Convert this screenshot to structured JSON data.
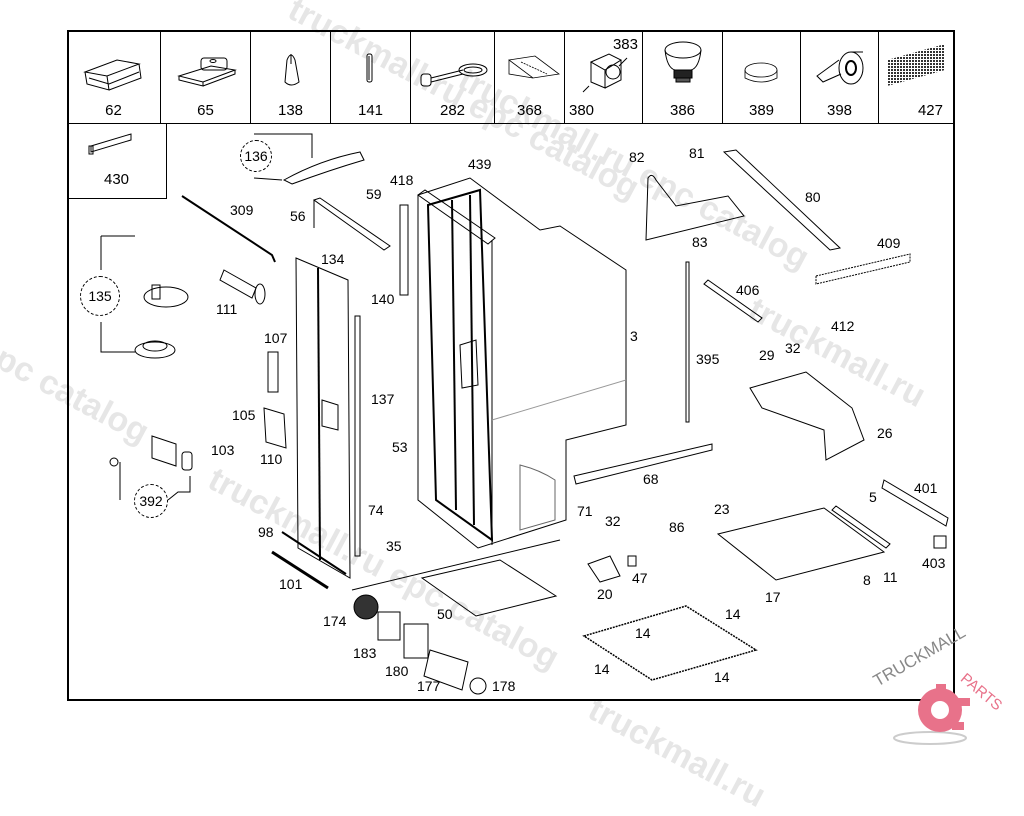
{
  "diagram": {
    "title": "Refrigerator / cooling box exploded parts diagram",
    "accent_colors": {
      "line": "#000000",
      "watermark": "#e6e6e6",
      "logo": "#e8728a"
    }
  },
  "header_parts": [
    {
      "ref": "62",
      "icon": "rubber-block-icon"
    },
    {
      "ref": "65",
      "icon": "bracket-pad-icon"
    },
    {
      "ref": "138",
      "icon": "plug-cap-icon"
    },
    {
      "ref": "141",
      "icon": "pin-icon"
    },
    {
      "ref": "282",
      "icon": "key-icon"
    },
    {
      "ref": "368",
      "icon": "wedge-icon"
    },
    {
      "ref": "380",
      "ref2": "383",
      "icon": "lamp-box-icon"
    },
    {
      "ref": "386",
      "icon": "knob-icon"
    },
    {
      "ref": "389",
      "icon": "cap-disc-icon"
    },
    {
      "ref": "398",
      "icon": "tape-roll-icon"
    },
    {
      "ref": "427",
      "icon": "mesh-grille-icon"
    }
  ],
  "sub_box": {
    "ref": "430",
    "icon": "strip-icon"
  },
  "callouts": [
    {
      "ref": "136",
      "group": true
    },
    {
      "ref": "309"
    },
    {
      "ref": "56"
    },
    {
      "ref": "59"
    },
    {
      "ref": "418"
    },
    {
      "ref": "439"
    },
    {
      "ref": "82"
    },
    {
      "ref": "81"
    },
    {
      "ref": "80"
    },
    {
      "ref": "83"
    },
    {
      "ref": "409"
    },
    {
      "ref": "406"
    },
    {
      "ref": "412"
    },
    {
      "ref": "135",
      "group": true
    },
    {
      "ref": "111"
    },
    {
      "ref": "134"
    },
    {
      "ref": "140"
    },
    {
      "ref": "3"
    },
    {
      "ref": "395"
    },
    {
      "ref": "29"
    },
    {
      "ref": "32"
    },
    {
      "ref": "26"
    },
    {
      "ref": "107"
    },
    {
      "ref": "137"
    },
    {
      "ref": "105"
    },
    {
      "ref": "103"
    },
    {
      "ref": "110"
    },
    {
      "ref": "53"
    },
    {
      "ref": "392",
      "group": true
    },
    {
      "ref": "68"
    },
    {
      "ref": "5"
    },
    {
      "ref": "401"
    },
    {
      "ref": "71"
    },
    {
      "ref": "32b",
      "label": "32"
    },
    {
      "ref": "23"
    },
    {
      "ref": "86"
    },
    {
      "ref": "74"
    },
    {
      "ref": "98"
    },
    {
      "ref": "35"
    },
    {
      "ref": "403"
    },
    {
      "ref": "101"
    },
    {
      "ref": "47"
    },
    {
      "ref": "8"
    },
    {
      "ref": "11"
    },
    {
      "ref": "20"
    },
    {
      "ref": "17"
    },
    {
      "ref": "174"
    },
    {
      "ref": "50"
    },
    {
      "ref": "14a",
      "label": "14"
    },
    {
      "ref": "14b",
      "label": "14"
    },
    {
      "ref": "183"
    },
    {
      "ref": "180"
    },
    {
      "ref": "14c",
      "label": "14"
    },
    {
      "ref": "14d",
      "label": "14"
    },
    {
      "ref": "177"
    },
    {
      "ref": "178"
    }
  ],
  "watermarks": [
    "truckmall.ru epc catalog",
    "truckmall.ru epc catalog",
    "epc catalog",
    "truckmall.ru",
    "epc catalog"
  ],
  "logo": {
    "text1": "TRUCKMALL",
    "text2": "PARTS"
  }
}
